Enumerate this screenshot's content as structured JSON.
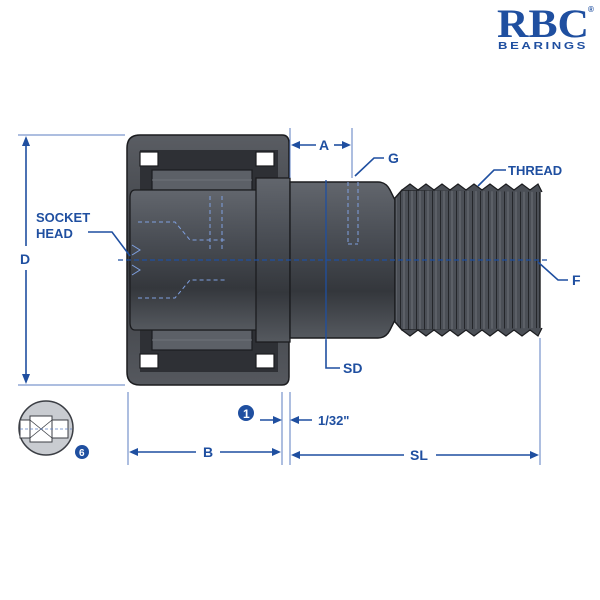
{
  "logo": {
    "brand": "RBC",
    "sub": "BEARINGS",
    "registered": "®"
  },
  "labels": {
    "a": "A",
    "g": "G",
    "thread": "THREAD",
    "socket_head_line1": "SOCKET",
    "socket_head_line2": "HEAD",
    "d": "D",
    "f": "F",
    "sd": "SD",
    "note1_marker": "1",
    "gap": "1/32\"",
    "b": "B",
    "sl": "SL",
    "note6_marker": "6"
  },
  "colors": {
    "accent": "#1f4fa0",
    "metal": "#3b3e44",
    "background": "#ffffff"
  }
}
